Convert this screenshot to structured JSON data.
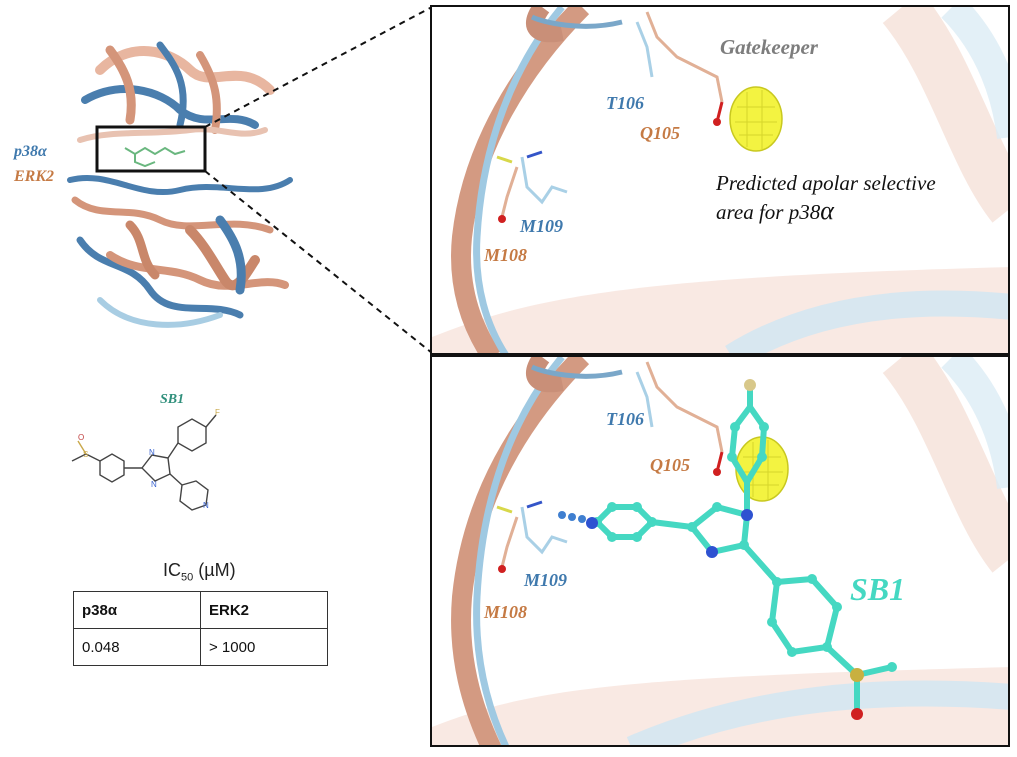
{
  "overview": {
    "label_p38": "p38α",
    "label_erk2": "ERK2"
  },
  "compound": {
    "name": "SB1"
  },
  "ic50": {
    "title_main": "IC",
    "title_sub": "50",
    "title_unit": " (µM)",
    "headers": [
      "p38α",
      "ERK2"
    ],
    "values": [
      "0.048",
      "> 1000"
    ]
  },
  "top_panel": {
    "gatekeeper": "Gatekeeper",
    "t106": "T106",
    "q105": "Q105",
    "m109": "M109",
    "m108": "M108",
    "note_line1": "Predicted apolar selective",
    "note_line2_prefix": "area for p38",
    "note_alpha": "α"
  },
  "bottom_panel": {
    "t106": "T106",
    "q105": "Q105",
    "m109": "M109",
    "m108": "M108",
    "sb1": "SB1"
  },
  "colors": {
    "p38_blue": "#3f79ad",
    "erk2_orange": "#c57a44",
    "ligand_teal": "#45d8c2",
    "apolar_yellow": "#f3f341"
  }
}
